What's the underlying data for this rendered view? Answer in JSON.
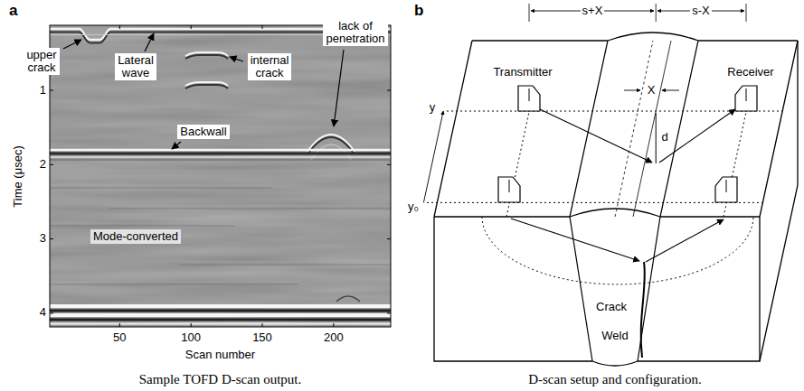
{
  "diagram": {
    "nodes": [
      {
        "text": [
          "upper crack"
        ]
      },
      {
        "text": [
          "Lateral wave"
        ]
      },
      {
        "text": [
          "internal crack"
        ]
      },
      {
        "text": [
          "lack of penetration"
        ]
      },
      {
        "text": [
          "Backwall"
        ]
      },
      {
        "text": [
          "Mode-converted"
        ]
      }
    ],
    "labels": [
      "a",
      "b",
      "Time (μsec)",
      "1",
      "2",
      "3",
      "4",
      "50",
      "100",
      "150",
      "200",
      "Scan number",
      "Sample TOFD D-scan output.",
      "D-scan setup and configuration.",
      "Transmitter",
      "Receiver",
      "s+X",
      "s-X",
      "X",
      "y",
      "y₀",
      "d",
      "Crack",
      "Weld"
    ]
  }
}
